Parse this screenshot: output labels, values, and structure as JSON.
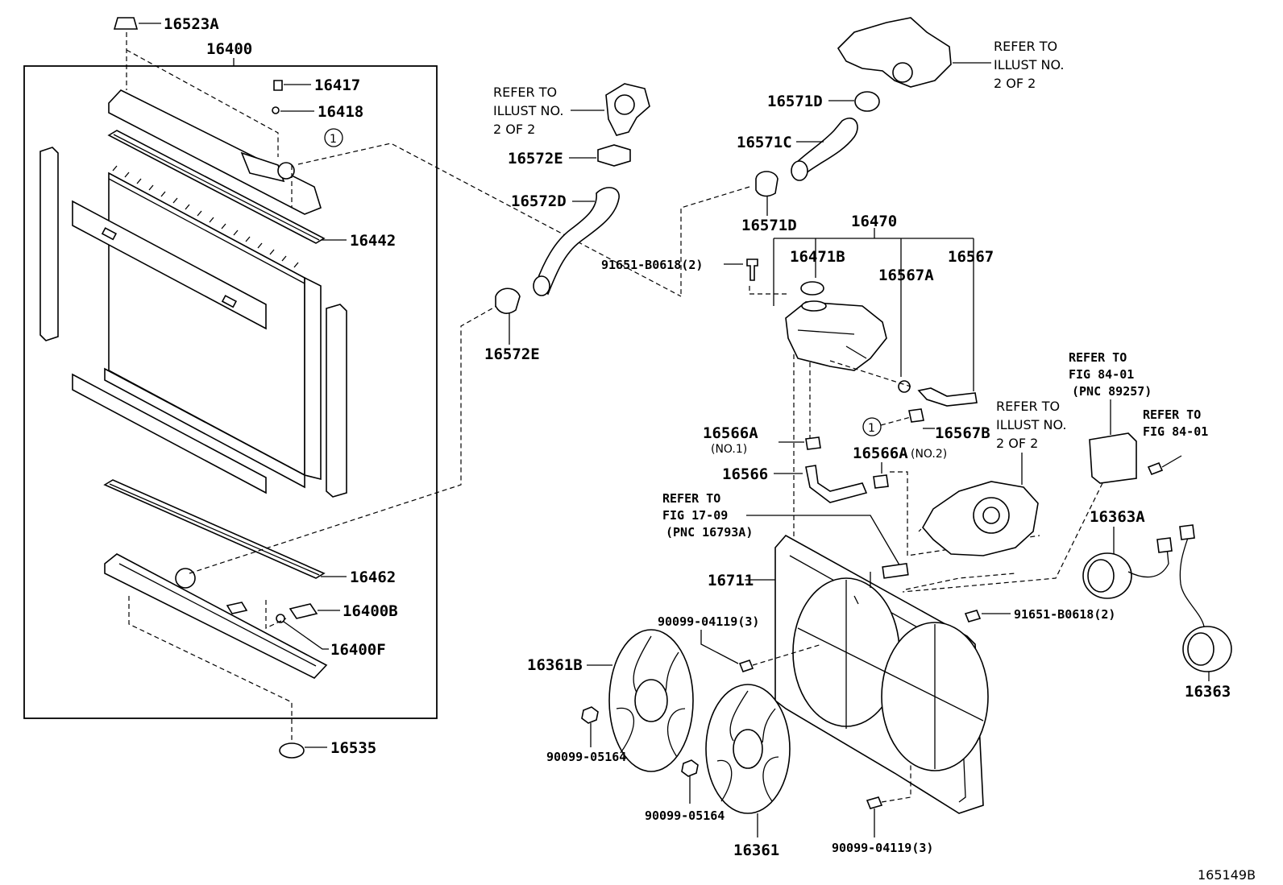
{
  "diagram": {
    "callouts": {
      "c16523A": "16523A",
      "c16400": "16400",
      "c16417": "16417",
      "c16418": "16418",
      "c16442": "16442",
      "c16462": "16462",
      "c16400B": "16400B",
      "c16400F": "16400F",
      "c16535": "16535",
      "c16572E_top": "16572E",
      "c16572D": "16572D",
      "c16572E_bot": "16572E",
      "c91651_top": "91651-B0618(2)",
      "c16571D_top": "16571D",
      "c16571C": "16571C",
      "c16571D_bot": "16571D",
      "c16470": "16470",
      "c16471B": "16471B",
      "c16567A": "16567A",
      "c16567": "16567",
      "c16567B": "16567B",
      "c16566A_1": "16566A",
      "c16566A_1_note": "(NO.1)",
      "c16566": "16566",
      "c16566A_2": "16566A",
      "c16566A_2_note": "(NO.2)",
      "c16711": "16711",
      "c16363A": "16363A",
      "c16363": "16363",
      "c91651_bot": "91651-B0618(2)",
      "c90099_04119_top": "90099-04119(3)",
      "c16361B": "16361B",
      "c90099_05164_left": "90099-05164",
      "c90099_05164_mid": "90099-05164",
      "c16361": "16361",
      "c90099_04119_bot": "90099-04119(3)"
    },
    "references": {
      "thermo_ref": [
        "REFER TO",
        "ILLUST NO.",
        "2 OF 2"
      ],
      "waterinlet_ref": [
        "REFER TO",
        "ILLUST NO.",
        "2 OF 2"
      ],
      "pump_ref": [
        "REFER TO",
        "ILLUST NO.",
        "2 OF 2"
      ],
      "fig8401_a": [
        "REFER TO",
        "FIG 84-01",
        "(PNC 89257)"
      ],
      "fig8401_b": [
        "REFER TO",
        "FIG 84-01"
      ],
      "fig1709": [
        "REFER TO",
        "FIG 17-09",
        "(PNC 16793A)"
      ]
    },
    "circle_marker": "1",
    "figure_code": "165149B"
  }
}
